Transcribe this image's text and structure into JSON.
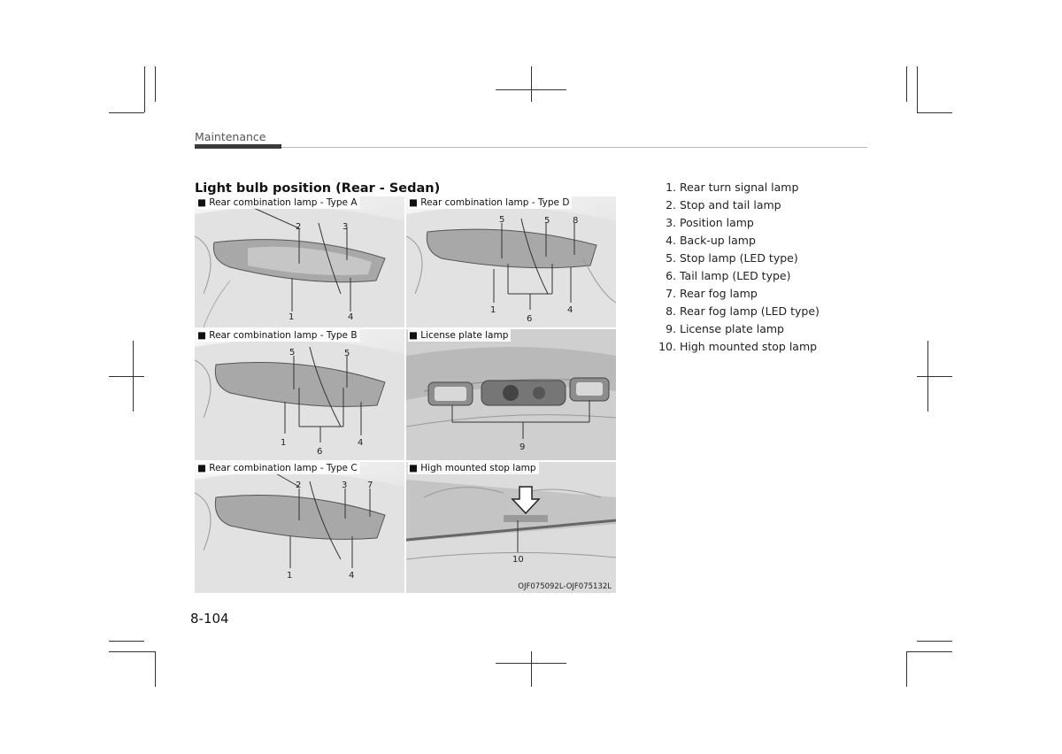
{
  "header": {
    "section": "Maintenance"
  },
  "title": "Light bulb position (Rear - Sedan)",
  "panels": {
    "type_a": {
      "caption": "■ Rear combination lamp - Type A",
      "labels": [
        "2",
        "3",
        "1",
        "4"
      ]
    },
    "type_d": {
      "caption": "■ Rear combination lamp - Type D",
      "labels": [
        "5",
        "5",
        "8",
        "1",
        "6",
        "4"
      ]
    },
    "type_b": {
      "caption": "■ Rear combination lamp - Type B",
      "labels": [
        "5",
        "5",
        "1",
        "6",
        "4"
      ]
    },
    "license": {
      "caption": "■ License plate lamp",
      "labels": [
        "9"
      ]
    },
    "type_c": {
      "caption": "■ Rear combination lamp - Type C",
      "labels": [
        "2",
        "3",
        "7",
        "1",
        "4"
      ]
    },
    "hmsl": {
      "caption": "■ High mounted stop lamp",
      "labels": [
        "10"
      ]
    }
  },
  "figure_code": "OJF075092L-OJF075132L",
  "legend": [
    {
      "num": "1.",
      "text": "Rear turn signal lamp"
    },
    {
      "num": "2.",
      "text": "Stop and tail lamp"
    },
    {
      "num": "3.",
      "text": "Position lamp"
    },
    {
      "num": "4.",
      "text": "Back-up lamp"
    },
    {
      "num": "5.",
      "text": "Stop lamp (LED type)"
    },
    {
      "num": "6.",
      "text": "Tail lamp (LED type)"
    },
    {
      "num": "7.",
      "text": "Rear fog lamp"
    },
    {
      "num": "8.",
      "text": "Rear fog lamp (LED type)"
    },
    {
      "num": "9.",
      "text": "License plate lamp"
    },
    {
      "num": "10.",
      "text": "High mounted stop lamp"
    }
  ],
  "page_number": "8-104"
}
